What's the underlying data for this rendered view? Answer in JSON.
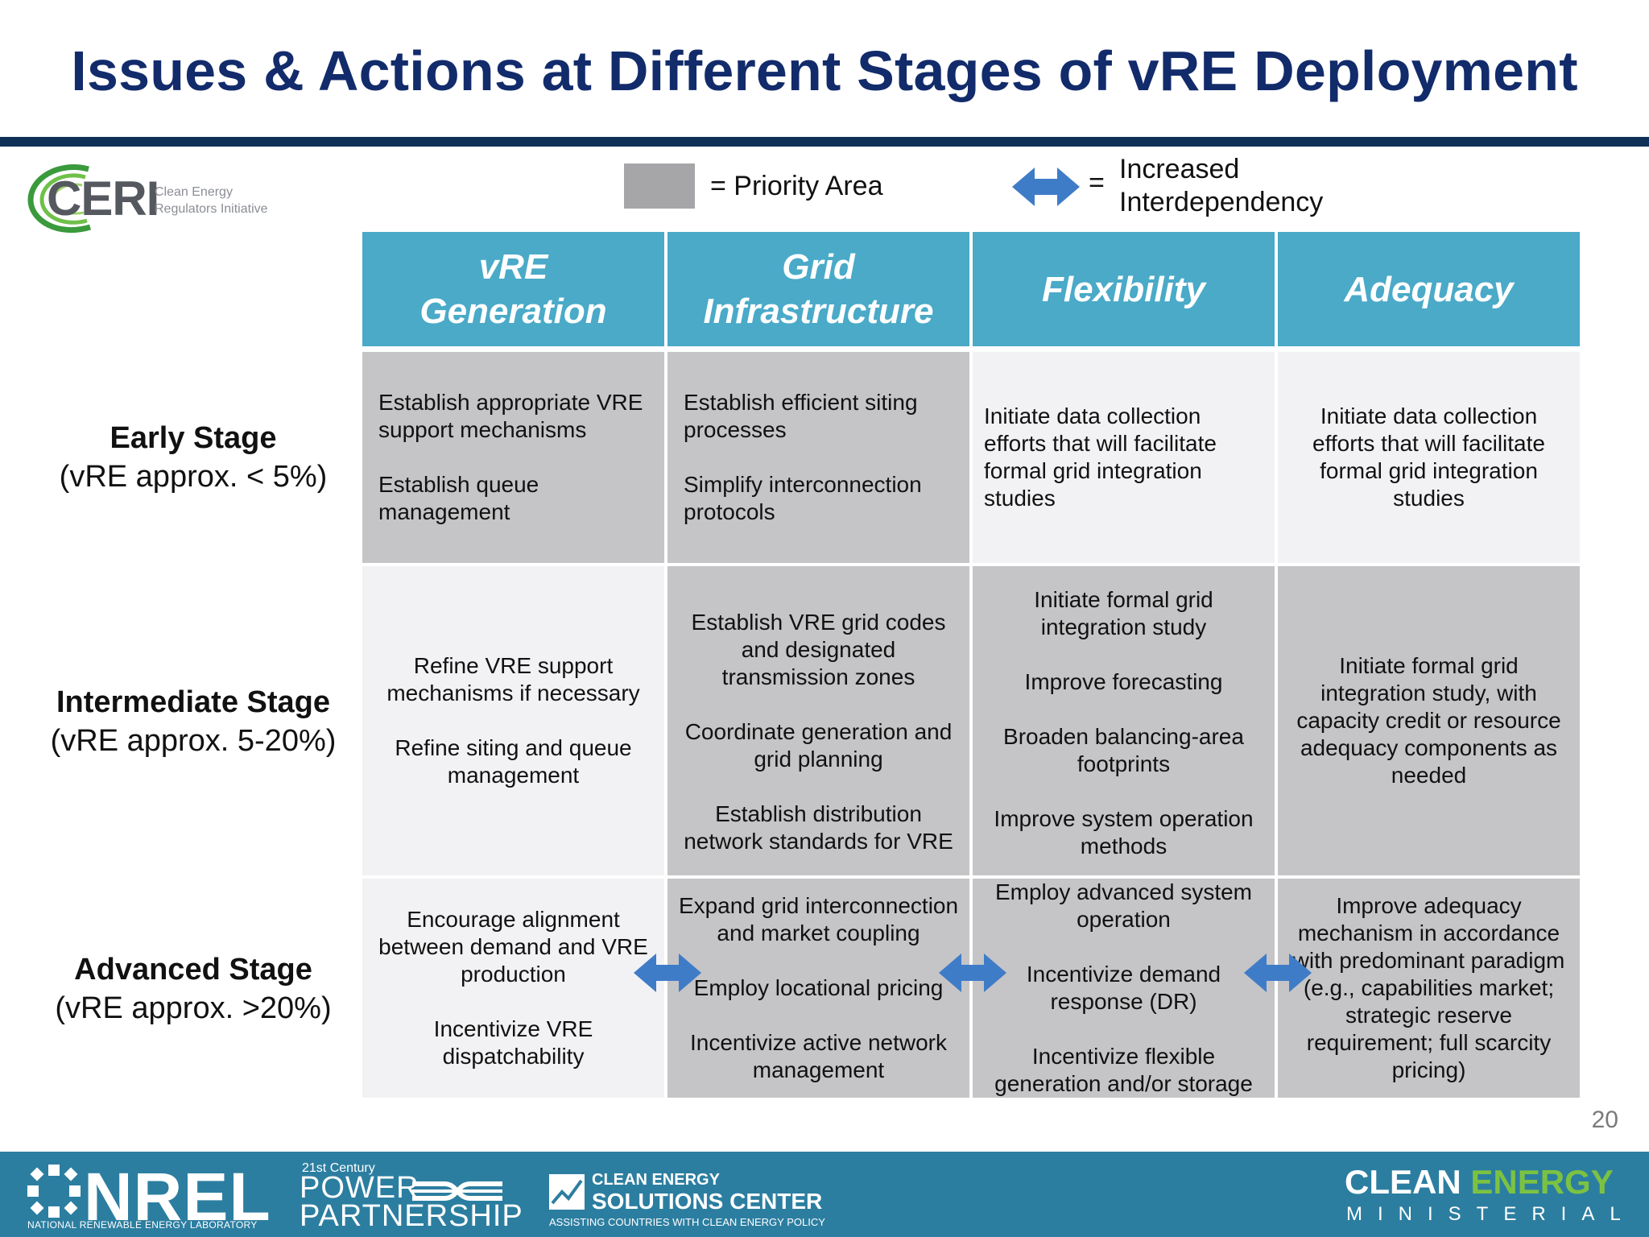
{
  "title": "Issues & Actions at Different Stages of vRE Deployment",
  "ceri": {
    "wordmark": "CERI",
    "sub_line1": "Clean Energy",
    "sub_line2": "Regulators Initiative"
  },
  "legend": {
    "priority_label": "= Priority Area",
    "equals": "=",
    "interdependency_label": "Increased\nInterdependency",
    "swatch_color": "#a6a6a8",
    "arrow_color": "#3f7cc8"
  },
  "table": {
    "header_color": "#4aaac8",
    "columns": [
      "vRE\nGeneration",
      "Grid\nInfrastructure",
      "Flexibility",
      "Adequacy"
    ],
    "rows": [
      {
        "stage_name": "Early Stage",
        "stage_range": "(vRE approx. < 5%)",
        "cells": [
          "Establish appropriate VRE support mechanisms\n\nEstablish queue management",
          "Establish efficient siting processes\n\nSimplify interconnection protocols",
          "Initiate data collection efforts that will facilitate formal grid integration studies",
          "Initiate data collection efforts that will facilitate formal grid integration studies"
        ]
      },
      {
        "stage_name": "Intermediate Stage",
        "stage_range": "(vRE approx. 5-20%)",
        "cells": [
          "Refine VRE support mechanisms if necessary\n\nRefine siting and queue management",
          "Establish VRE grid codes and designated transmission zones\n\nCoordinate generation and grid planning\n\nEstablish distribution network standards for VRE",
          "Initiate formal grid integration study\n\nImprove forecasting\n\nBroaden balancing-area footprints\n\nImprove system operation methods",
          "Initiate formal grid integration study, with capacity credit or resource adequacy components as needed"
        ]
      },
      {
        "stage_name": "Advanced Stage",
        "stage_range": "(vRE approx. >20%)",
        "cells": [
          "Encourage alignment between demand and VRE production\n\nIncentivize VRE dispatchability",
          "Expand grid interconnection and market coupling\n\nEmploy locational pricing\n\nIncentivize active network management",
          "Employ advanced system operation\n\nIncentivize demand response (DR)\n\nIncentivize flexible generation and/or storage",
          "Improve adequacy mechanism in accordance with predominant paradigm (e.g., capabilities market; strategic reserve requirement; full scarcity pricing)"
        ]
      }
    ]
  },
  "page_number": "20",
  "footer": {
    "nrel_wordmark": "NREL",
    "nrel_sub": "NATIONAL RENEWABLE ENERGY LABORATORY",
    "pp_small": "21st Century",
    "pp_line1": "POWER",
    "pp_line2": "PARTNERSHIP",
    "cesc_line1": "CLEAN ENERGY",
    "cesc_line2": "SOLUTIONS CENTER",
    "cesc_line3": "ASSISTING COUNTRIES WITH CLEAN ENERGY POLICY",
    "cem_clean": "CLEAN",
    "cem_energy": "ENERGY",
    "cem_ministerial": "MINISTERIAL",
    "bar_color": "#2c7ea0",
    "cem_green": "#7cc242"
  }
}
